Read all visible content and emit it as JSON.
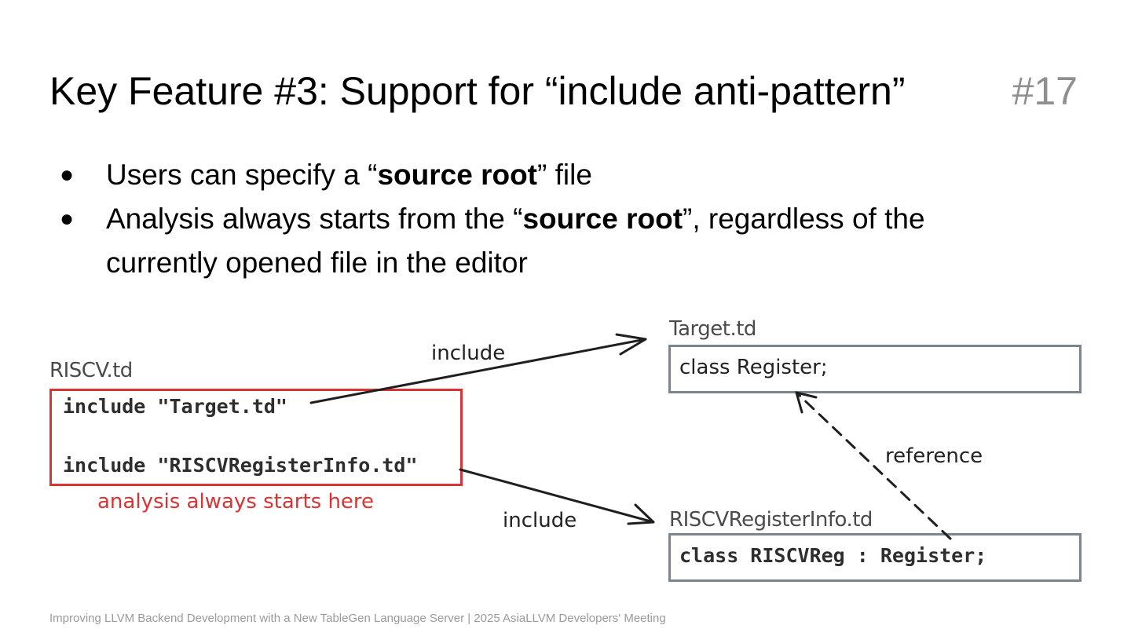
{
  "title": "Key Feature #3: Support for “include anti-pattern”",
  "slide_number": "#17",
  "bullets": [
    {
      "marker": "●",
      "before": "Users can specify a “",
      "bold": "source root",
      "after": "” file"
    },
    {
      "marker": "●",
      "before": "Analysis always starts from the “",
      "bold": "source root",
      "after": "”, regardless of the currently opened file in the editor"
    }
  ],
  "diagram": {
    "riscv_file": {
      "label": "RISCV.td",
      "line1": "include \"Target.td\"",
      "line2": "include \"RISCVRegisterInfo.td\"",
      "note": "analysis always starts here"
    },
    "target_file": {
      "label": "Target.td",
      "code": "class Register;"
    },
    "reginfo_file": {
      "label": "RISCVRegisterInfo.td",
      "code": "class RISCVReg : Register;"
    },
    "edges": {
      "include_top": "include",
      "include_bottom": "include",
      "reference": "reference"
    }
  },
  "footer": "Improving LLVM Backend Development with a New TableGen Language Server | 2025 AsiaLLVM Developers' Meeting"
}
